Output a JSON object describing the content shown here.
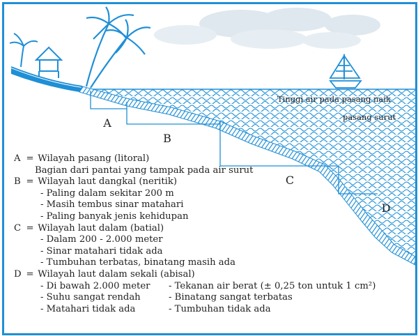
{
  "diagram": {
    "zone_letters": {
      "A": "A",
      "B": "B",
      "C": "C",
      "D": "D"
    },
    "sea_annotations": {
      "high_tide": "Tinggi air pada pasang naik",
      "low_tide": "pasang surut"
    }
  },
  "legend": {
    "A": {
      "key": "A",
      "title": "Wilayah pasang (litoral)",
      "desc": "Bagian dari pantai yang tampak pada air surut"
    },
    "B": {
      "key": "B",
      "title": "Wilayah laut dangkal (neritik)",
      "items": [
        "Paling dalam sekitar 200 m",
        "Masih tembus sinar matahari",
        "Paling banyak jenis kehidupan"
      ]
    },
    "C": {
      "key": "C",
      "title": "Wilayah laut dalam (batial)",
      "items": [
        "Dalam 200 - 2.000 meter",
        "Sinar matahari tidak ada",
        "Tumbuhan terbatas, binatang masih ada"
      ]
    },
    "D": {
      "key": "D",
      "title": "Wilayah laut dalam sekali (abisal)",
      "left_items": [
        "Di bawah 2.000 meter",
        "Suhu sangat rendah",
        "Matahari tidak ada"
      ],
      "right_items": [
        "Tekanan air berat (± 0,25 ton untuk 1 cm²)",
        "Binatang sangat terbatas",
        "Tumbuhan tidak ada"
      ]
    }
  },
  "colors": {
    "frame": "#1f8fd6",
    "water": "#1f8fd6",
    "cloud": "#dfe8ee",
    "ink": "#222222"
  }
}
